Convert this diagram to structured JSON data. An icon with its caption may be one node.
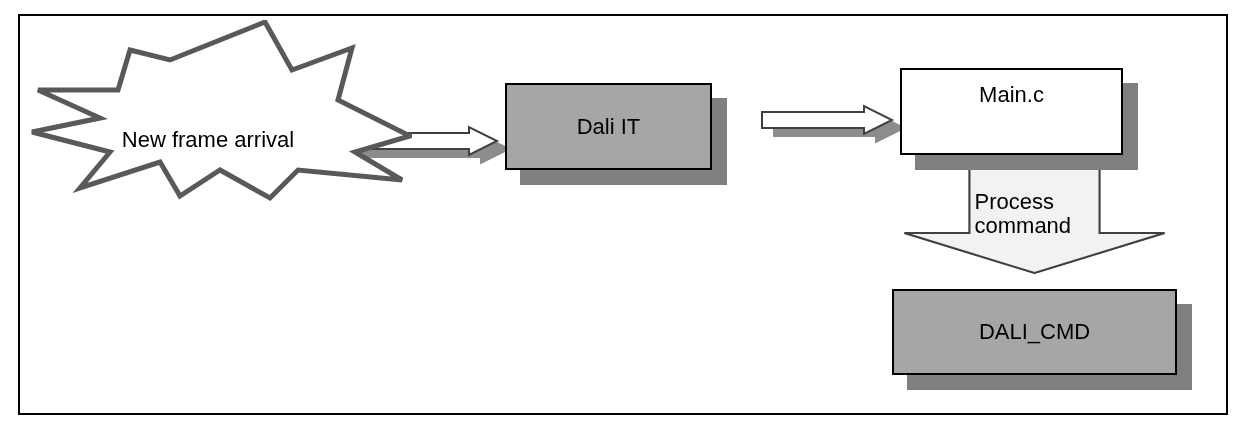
{
  "diagram": {
    "nodes": [
      {
        "text": [
          "New frame arrival"
        ]
      },
      {
        "text": [
          "Dali IT"
        ]
      },
      {
        "text": [
          "Main.c"
        ]
      },
      {
        "text": [
          "DALI_CMD"
        ]
      }
    ],
    "edges": [
      {
        "from": 0,
        "to": 1,
        "arrow": "to"
      },
      {
        "from": 1,
        "to": 2,
        "arrow": "to"
      },
      {
        "from": 2,
        "to": 3,
        "arrow": "to",
        "label": "Process command"
      }
    ]
  }
}
